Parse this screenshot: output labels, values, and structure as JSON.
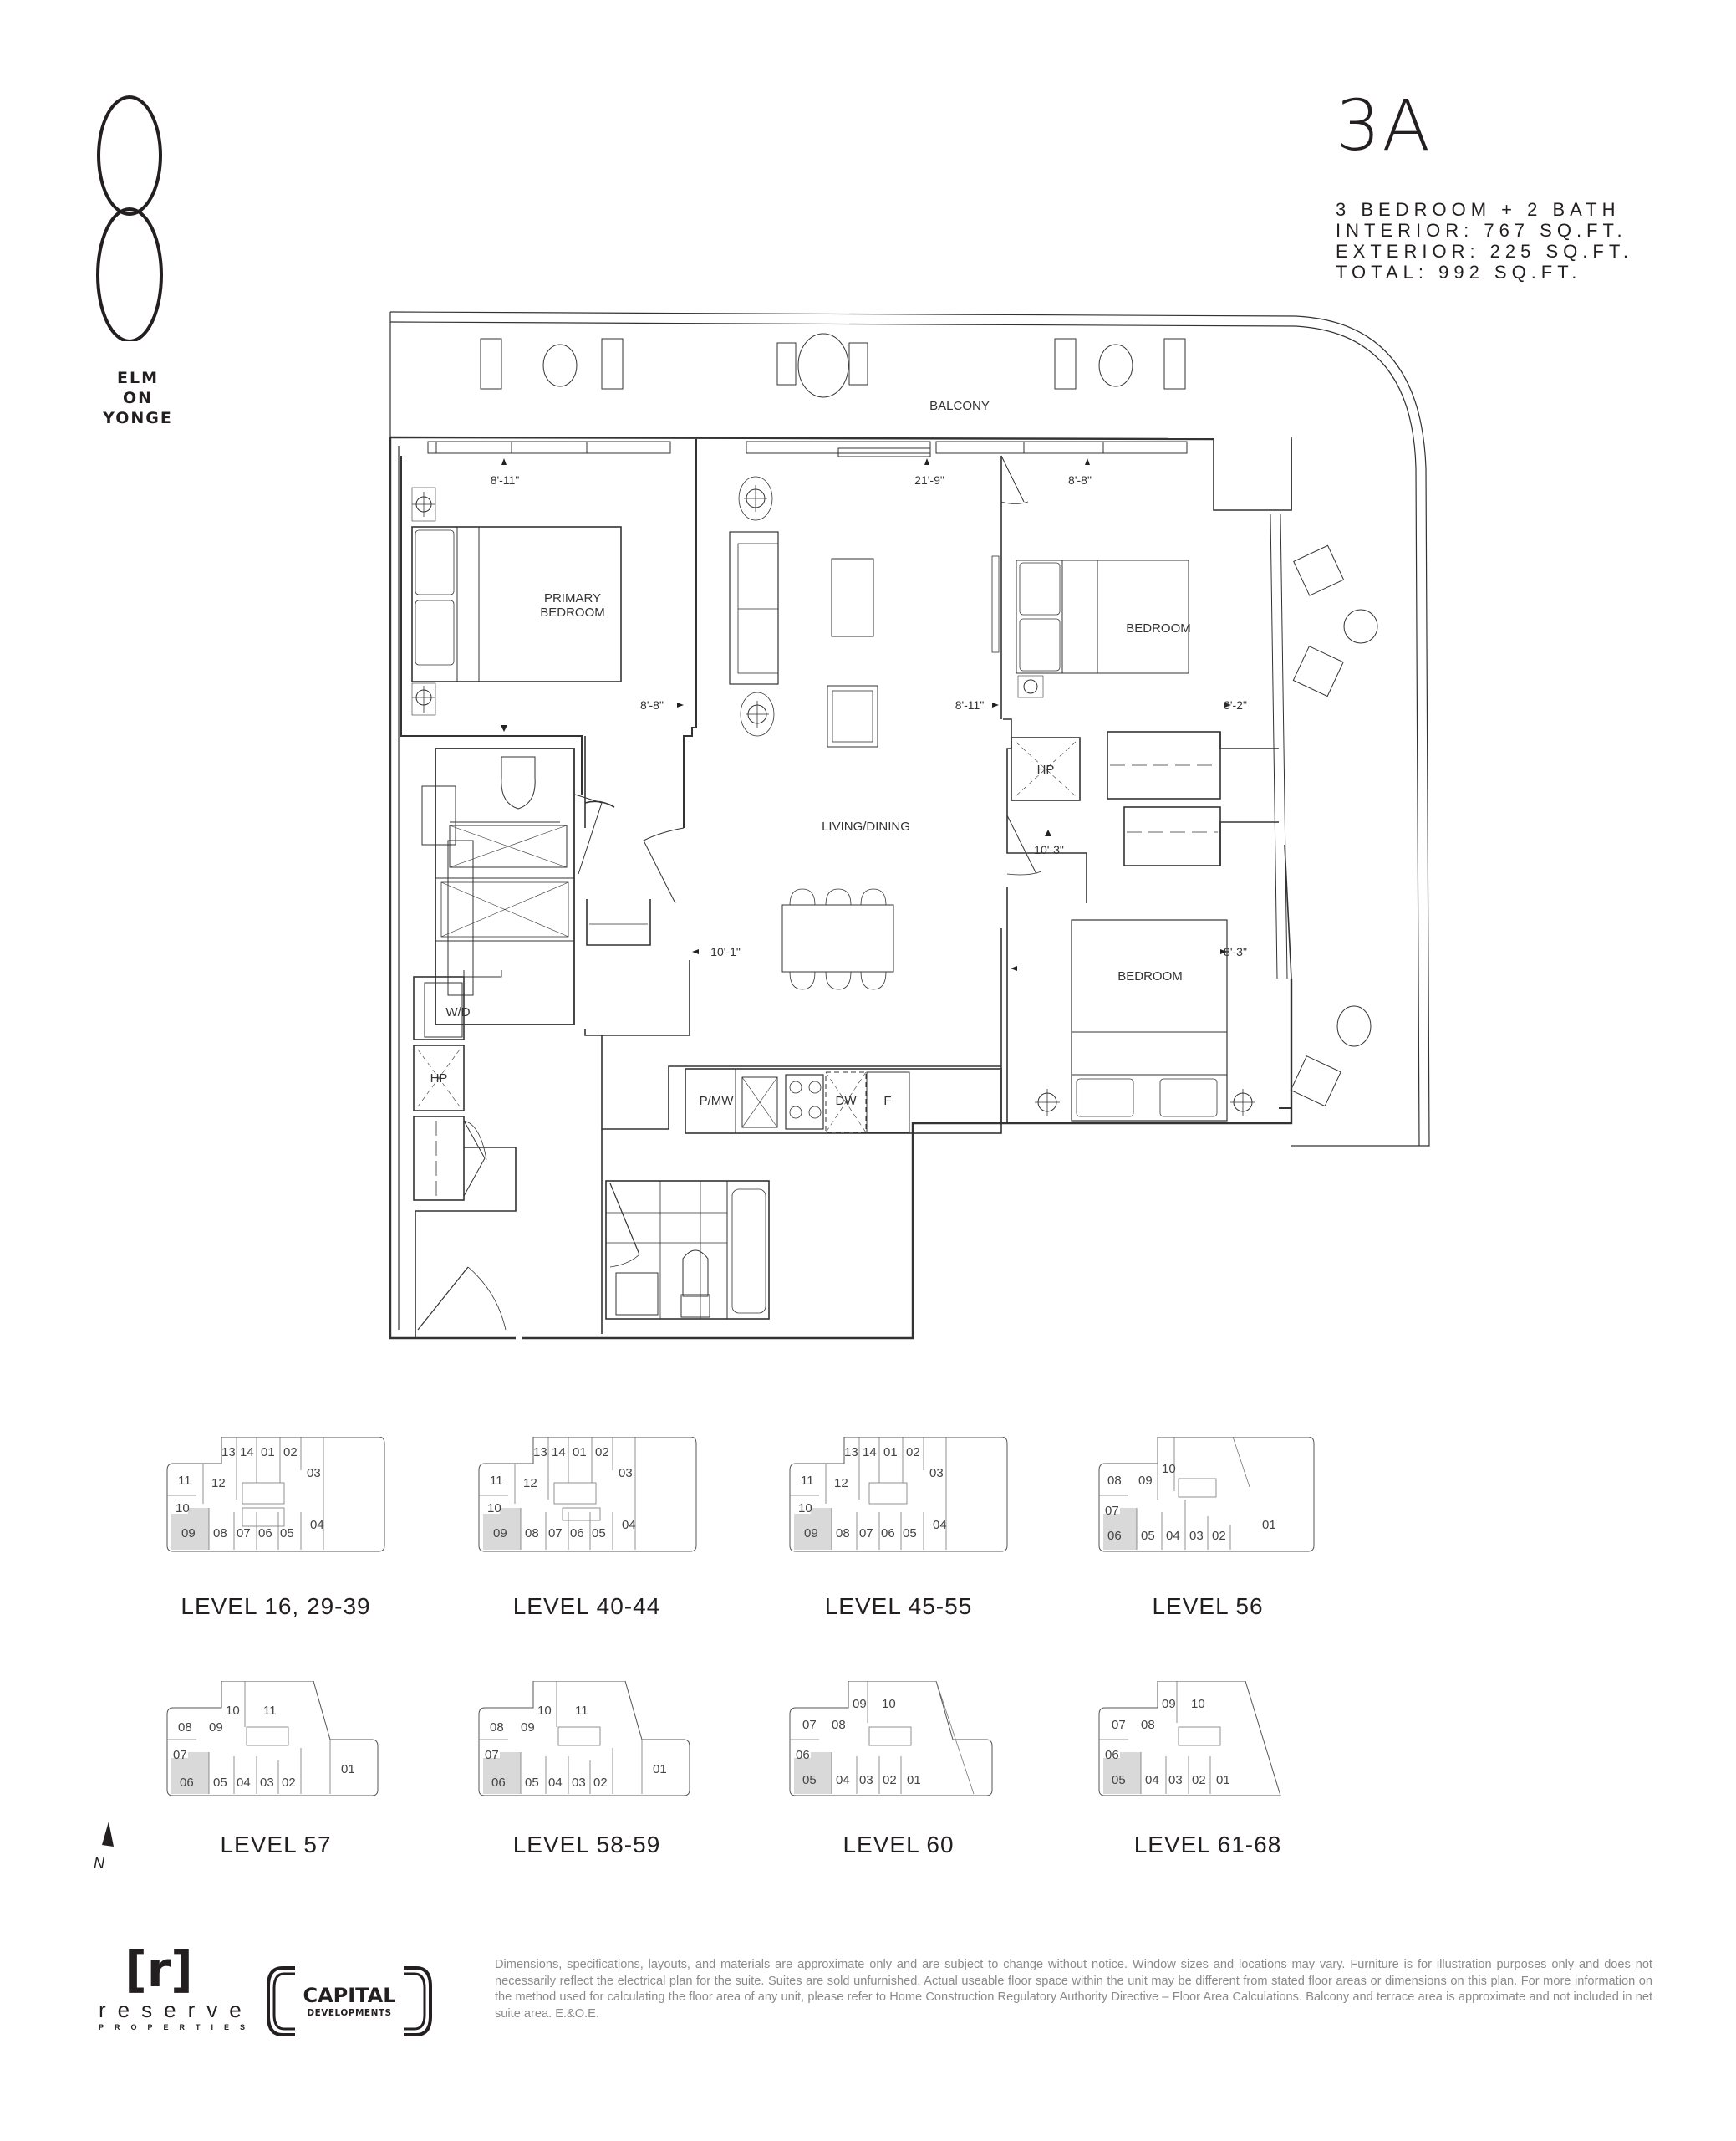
{
  "brand": {
    "logo_numeral": "8",
    "name_lines": [
      "ELM",
      "ON",
      "YONGE"
    ]
  },
  "unit": {
    "title": "3A",
    "specs": [
      "3 BEDROOM + 2 BATH",
      "INTERIOR: 767 SQ.FT.",
      "EXTERIOR: 225 SQ.FT.",
      "TOTAL: 992 SQ.FT."
    ]
  },
  "floor_plan": {
    "rooms": {
      "balcony": "BALCONY",
      "primary_bedroom_line1": "PRIMARY",
      "primary_bedroom_line2": "BEDROOM",
      "living_dining": "LIVING/DINING",
      "bedroom_2": "BEDROOM",
      "bedroom_3": "BEDROOM"
    },
    "fixtures": {
      "washer_dryer": "W/D",
      "heat_pump_1": "HP",
      "heat_pump_2": "HP",
      "pantry_microwave": "P/MW",
      "dishwasher": "DW",
      "fridge": "F"
    },
    "dimensions": {
      "primary_width": "8'-11\"",
      "primary_depth": "8'-8\"",
      "living_width": "21'-9\"",
      "living_depth": "10'-1\"",
      "bedroom2_width": "8'-8\"",
      "bedroom2_left": "8'-11\"",
      "bedroom2_right": "8'-2\"",
      "bedroom2_depth": "10'-3\"",
      "bedroom3_width": "8'-3\""
    }
  },
  "key_plans": {
    "highlight_color": "#d9d9d9",
    "items": [
      {
        "label": "LEVEL 16, 29-39",
        "highlighted_unit": "09",
        "units": [
          "11",
          "12",
          "13",
          "14",
          "01",
          "02",
          "03",
          "10",
          "04",
          "09",
          "08",
          "07",
          "06",
          "05"
        ]
      },
      {
        "label": "LEVEL 40-44",
        "highlighted_unit": "09",
        "units": [
          "11",
          "12",
          "13",
          "14",
          "01",
          "02",
          "03",
          "10",
          "04",
          "09",
          "08",
          "07",
          "06",
          "05"
        ]
      },
      {
        "label": "LEVEL 45-55",
        "highlighted_unit": "09",
        "units": [
          "11",
          "12",
          "13",
          "14",
          "01",
          "02",
          "03",
          "10",
          "04",
          "09",
          "08",
          "07",
          "06",
          "05"
        ]
      },
      {
        "label": "LEVEL 56",
        "highlighted_unit": "06",
        "units": [
          "08",
          "09",
          "10",
          "07",
          "01",
          "06",
          "05",
          "04",
          "03",
          "02"
        ]
      },
      {
        "label": "LEVEL 57",
        "highlighted_unit": "06",
        "units": [
          "08",
          "09",
          "10",
          "11",
          "07",
          "01",
          "06",
          "05",
          "04",
          "03",
          "02"
        ]
      },
      {
        "label": "LEVEL 58-59",
        "highlighted_unit": "06",
        "units": [
          "08",
          "09",
          "10",
          "11",
          "07",
          "01",
          "06",
          "05",
          "04",
          "03",
          "02"
        ]
      },
      {
        "label": "LEVEL 60",
        "highlighted_unit": "05",
        "units": [
          "07",
          "08",
          "09",
          "10",
          "06",
          "05",
          "04",
          "03",
          "02",
          "01"
        ]
      },
      {
        "label": "LEVEL 61-68",
        "highlighted_unit": "05",
        "units": [
          "07",
          "08",
          "09",
          "10",
          "06",
          "05",
          "04",
          "03",
          "02",
          "01"
        ]
      }
    ]
  },
  "compass": {
    "label": "N"
  },
  "developers": {
    "reserve": {
      "mark": "[r]",
      "word": "reserve",
      "sub": "PROPERTIES"
    },
    "capital": {
      "name": "CAPITAL",
      "sub": "DEVELOPMENTS"
    }
  },
  "disclaimer": "Dimensions, specifications, layouts, and materials are approximate only and are subject to change without notice. Window sizes and locations may vary. Furniture is for illustration purposes only and does not necessarily reflect the electrical plan for the suite. Suites are sold unfurnished. Actual useable floor space within the unit may be different from stated floor areas or dimensions on this plan. For more information on the method used for calculating the floor area of any unit, please refer to Home Construction Regulatory Authority Directive – Floor Area Calculations. Balcony and terrace area is approximate and not included in net suite area. E.&O.E."
}
